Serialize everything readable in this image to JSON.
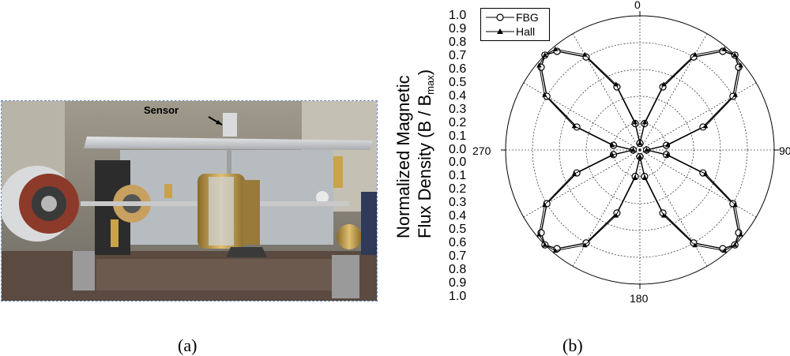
{
  "panel_a": {
    "sensor_label": "Sensor",
    "caption": "(a)"
  },
  "panel_b": {
    "caption": "(b)",
    "ylabel_line1": "Normalized Magnetic",
    "ylabel_line2_main": "Flux Density  (B / B",
    "ylabel_line2_sub": "max",
    "ylabel_line2_end": ")",
    "angle_labels": {
      "top": "0",
      "right": "90",
      "bottom": "180",
      "left": "270"
    },
    "radial_ticks_upper": [
      "1.0",
      "0.9",
      "0.8",
      "0.7",
      "0.6",
      "0.5",
      "0.4",
      "0.3",
      "0.2",
      "0.1",
      "0.0"
    ],
    "radial_ticks_lower": [
      "0.0",
      "0.1",
      "0.2",
      "0.3",
      "0.4",
      "0.5",
      "0.6",
      "0.7",
      "0.8",
      "0.9",
      "1.0"
    ],
    "legend": [
      {
        "name": "FBG",
        "marker": "open-circle"
      },
      {
        "name": "Hall",
        "marker": "filled-triangle"
      }
    ]
  },
  "chart_data": {
    "type": "polar-line",
    "angle_unit": "degrees",
    "radial_range": [
      0,
      1.0
    ],
    "grid": true,
    "legend_position": "top-left",
    "pattern": "four-lobe",
    "lobe_angles_deg": [
      45,
      135,
      225,
      315
    ],
    "series": [
      {
        "name": "FBG",
        "marker": "open-circle",
        "angles_deg": [
          0,
          10,
          20,
          30,
          40,
          45,
          50,
          60,
          70,
          80,
          90,
          100,
          110,
          120,
          130,
          135,
          140,
          150,
          160,
          170,
          180,
          190,
          200,
          210,
          220,
          225,
          230,
          240,
          250,
          260,
          270,
          280,
          290,
          300,
          310,
          315,
          320,
          330,
          340,
          350
        ],
        "values": [
          0.05,
          0.2,
          0.5,
          0.8,
          0.96,
          1.0,
          0.96,
          0.8,
          0.5,
          0.2,
          0.05,
          0.2,
          0.5,
          0.8,
          0.96,
          1.0,
          0.96,
          0.8,
          0.5,
          0.2,
          0.05,
          0.2,
          0.5,
          0.8,
          0.96,
          1.0,
          0.96,
          0.8,
          0.5,
          0.2,
          0.05,
          0.2,
          0.5,
          0.8,
          0.96,
          1.0,
          0.96,
          0.8,
          0.5,
          0.2
        ]
      },
      {
        "name": "Hall",
        "marker": "filled-triangle",
        "angles_deg": [
          0,
          10,
          20,
          30,
          40,
          45,
          50,
          60,
          70,
          80,
          90,
          100,
          110,
          120,
          130,
          135,
          140,
          150,
          160,
          170,
          180,
          190,
          200,
          210,
          220,
          225,
          230,
          240,
          250,
          260,
          270,
          280,
          290,
          300,
          310,
          315,
          320,
          330,
          340,
          350
        ],
        "values": [
          0.05,
          0.21,
          0.52,
          0.82,
          0.98,
          1.0,
          0.98,
          0.82,
          0.52,
          0.21,
          0.05,
          0.21,
          0.52,
          0.82,
          0.98,
          1.0,
          0.98,
          0.82,
          0.52,
          0.21,
          0.05,
          0.21,
          0.52,
          0.82,
          0.98,
          1.0,
          0.98,
          0.82,
          0.52,
          0.21,
          0.05,
          0.21,
          0.52,
          0.82,
          0.98,
          1.0,
          0.98,
          0.82,
          0.52,
          0.21
        ]
      }
    ]
  }
}
